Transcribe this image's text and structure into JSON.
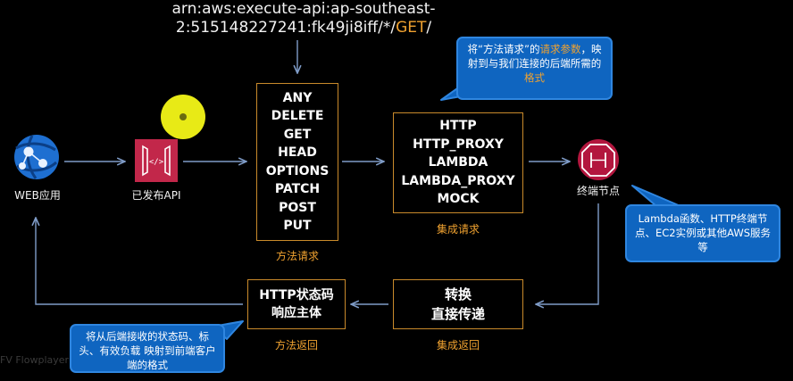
{
  "arn": {
    "line1": "arn:aws:execute-api:ap-southeast-",
    "line2_prefix": "2:515148227241:fk49ji8iff/*/",
    "line2_highlight": "GET",
    "line2_suffix": "/"
  },
  "web_app_label": "WEB应用",
  "published_api_label": "已发布API",
  "method_request": {
    "methods": [
      "ANY",
      "DELETE",
      "GET",
      "HEAD",
      "OPTIONS",
      "PATCH",
      "POST",
      "PUT"
    ],
    "caption": "方法请求"
  },
  "integration_request": {
    "types": [
      "HTTP",
      "HTTP_PROXY",
      "LAMBDA",
      "LAMBDA_PROXY",
      "MOCK"
    ],
    "caption": "集成请求"
  },
  "endpoint_label": "终端节点",
  "method_response": {
    "lines": [
      "HTTP状态码",
      "响应主体"
    ],
    "caption": "方法返回"
  },
  "integration_response": {
    "lines": [
      "转换",
      "直接传递"
    ],
    "caption": "集成返回"
  },
  "callouts": {
    "top": {
      "part1": "将“方法请求”的",
      "part2": "请求参数",
      "part3": "，映射到与我们连接的后端所需的",
      "part4": "格式"
    },
    "right": {
      "text": "Lambda函数、HTTP终端节点、EC2实例或其他AWS服务等"
    },
    "bottom": {
      "text": "将从后端接收的状态码、标头、有效负载 映射到前端客户端的格式"
    }
  },
  "watermark": "FV Flowplayer",
  "colors": {
    "accent_orange": "#f0a230",
    "box_border": "#c98a2b",
    "callout_blue": "#0f65c0",
    "arrow_blue": "#7f9cc8",
    "api_icon_red": "#c2274a",
    "endpoint_icon_red": "#b3163e",
    "cursor_yellow": "#e8ea16"
  }
}
